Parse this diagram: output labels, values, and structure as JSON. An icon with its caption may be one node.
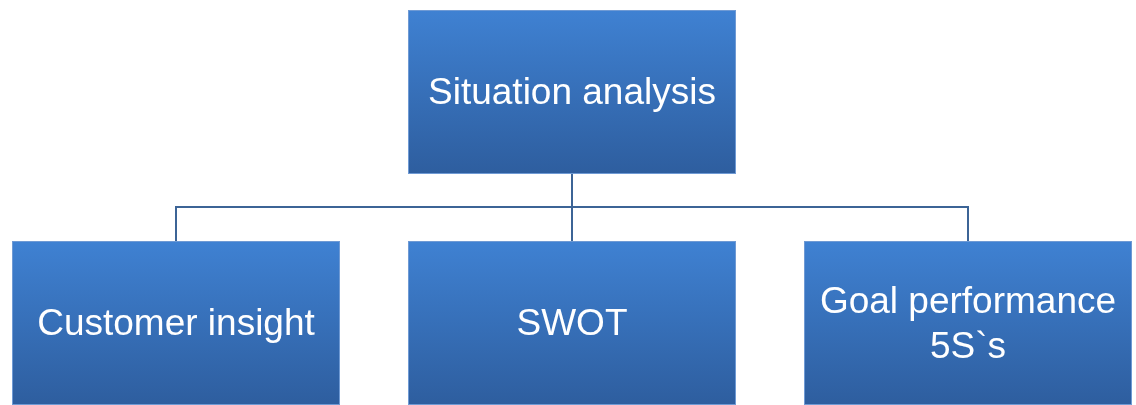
{
  "diagram": {
    "nodes": [
      {
        "text": [
          "Situation analysis"
        ]
      },
      {
        "text": [
          "Customer insight"
        ]
      },
      {
        "text": [
          "SWOT"
        ]
      },
      {
        "text": [
          "Goal performance 5S`s"
        ]
      }
    ],
    "edges": [
      {
        "from": 0,
        "to": 1,
        "arrow": "none"
      },
      {
        "from": 0,
        "to": 2,
        "arrow": "none"
      },
      {
        "from": 0,
        "to": 3,
        "arrow": "none"
      }
    ]
  }
}
